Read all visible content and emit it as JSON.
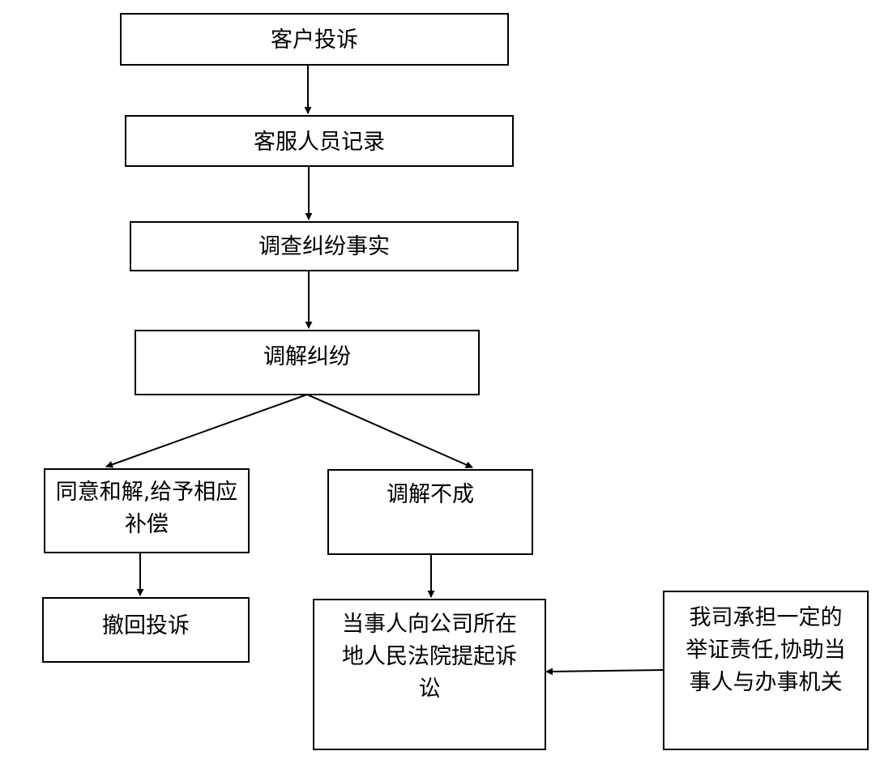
{
  "nodes": {
    "complaint": "客户投诉",
    "record": "客服人员记录",
    "investigate": "调查纠纷事实",
    "mediate": "调解纠纷",
    "agree": "同意和解,给予相应补偿",
    "fail": "调解不成",
    "withdraw": "撤回投诉",
    "lawsuit": "当事人向公司所在地人民法院提起诉讼",
    "support": "我司承担一定的举证责任,协助当事人与办事机关"
  },
  "colors": {
    "line": "#000000",
    "box_border": "#000000",
    "background": "#ffffff"
  }
}
